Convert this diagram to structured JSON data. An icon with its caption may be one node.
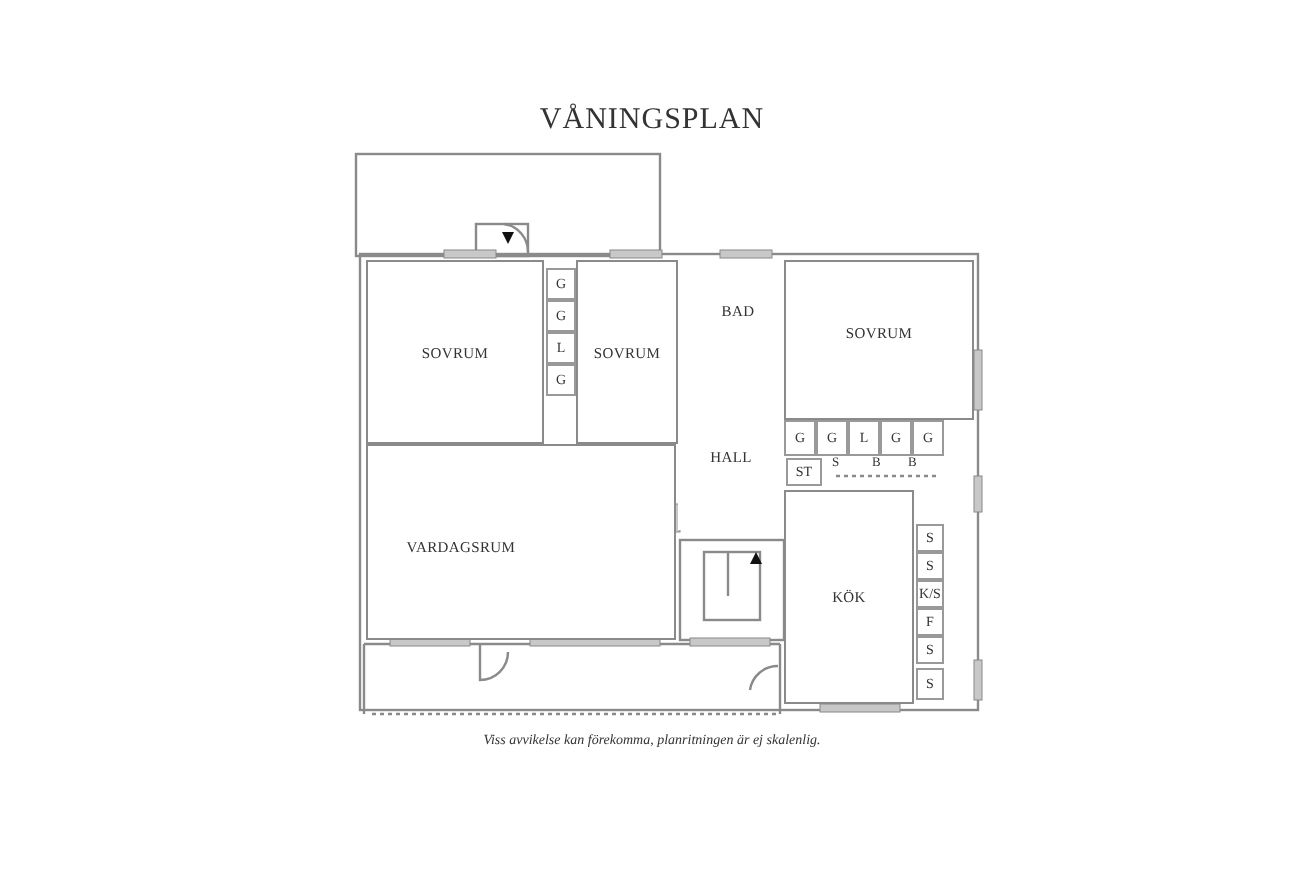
{
  "diagram": {
    "title": "VÅNINGSPLAN",
    "caption": "Viss avvikelse kan förekomma, planritningen är ej skalenlig.",
    "nodes": [
      {
        "text": [
          "SOVRUM"
        ]
      },
      {
        "text": [
          "SOVRUM"
        ]
      },
      {
        "text": [
          "BAD"
        ]
      },
      {
        "text": [
          "SOVRUM"
        ]
      },
      {
        "text": [
          "HALL"
        ]
      },
      {
        "text": [
          "VARDAGSRUM"
        ]
      },
      {
        "text": [
          "KÖK"
        ]
      }
    ],
    "labels": [
      "G",
      "G",
      "L",
      "G",
      "G",
      "G",
      "L",
      "G",
      "G",
      "ST",
      "S",
      "B",
      "B",
      "S",
      "S",
      "K/S",
      "F",
      "S",
      "S"
    ]
  }
}
